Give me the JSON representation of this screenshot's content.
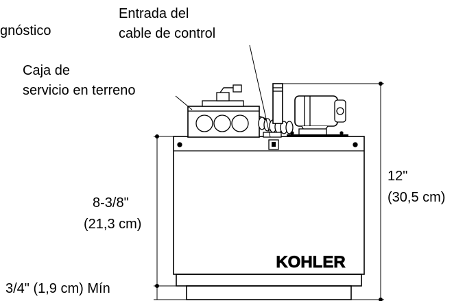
{
  "labels": {
    "diagnostico": "gnóstico",
    "entrada_line1": "Entrada del",
    "entrada_line2": "cable de control",
    "caja_line1": "Caja de",
    "caja_line2": "servicio en terreno",
    "dim_height_line1": "8-3/8\"",
    "dim_height_line2": "(21,3 cm)",
    "dim_total_line1": "12\"",
    "dim_total_line2": "(30,5 cm)",
    "dim_base": "3/4\" (1,9 cm) Mín"
  },
  "logo": {
    "text": "KOHLER"
  },
  "colors": {
    "ink": "#000000",
    "paper": "#ffffff"
  }
}
